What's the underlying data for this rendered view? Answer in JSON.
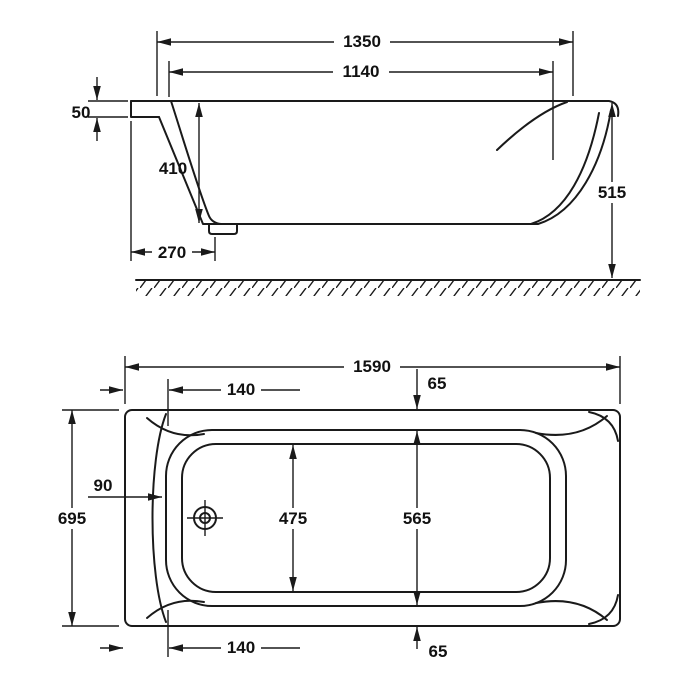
{
  "drawing_type": "bathtub-technical-drawing",
  "side_view": {
    "overall_length": "1350",
    "inner_length": "1140",
    "rim_thickness": "50",
    "inner_depth": "410",
    "base_offset": "270",
    "overall_height": "515"
  },
  "plan_view": {
    "overall_length": "1590",
    "head_rim_width_top": "140",
    "foot_edge_offset_top": "65",
    "side_rim_width": "90",
    "overall_width": "695",
    "floor_width": "475",
    "basin_width": "565",
    "head_rim_width_bottom": "140",
    "foot_edge_offset_bottom": "65"
  }
}
